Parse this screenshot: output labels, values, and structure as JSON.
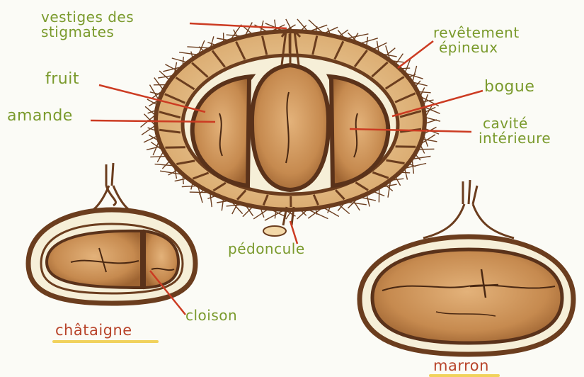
{
  "labels": {
    "vestiges_stigmates": "vestiges des\nstigmates",
    "revetement_epineux": "revêtement\népineux",
    "fruit": "fruit",
    "amande": "amande",
    "bogue": "bogue",
    "cavite_interieure": "cavité\nintérieure",
    "pedoncule": "pédoncule",
    "cloison": "cloison",
    "chataigne": "châtaigne",
    "marron": "marron"
  },
  "colors": {
    "label_text": "#7a9a2c",
    "title_text": "#b8442a",
    "leader_line": "#cc3b22",
    "underline": "#f1d25c",
    "shell_outline": "#6b3d1e",
    "kernel_fill": "#c98f55",
    "cavity": "#f6efd8"
  }
}
